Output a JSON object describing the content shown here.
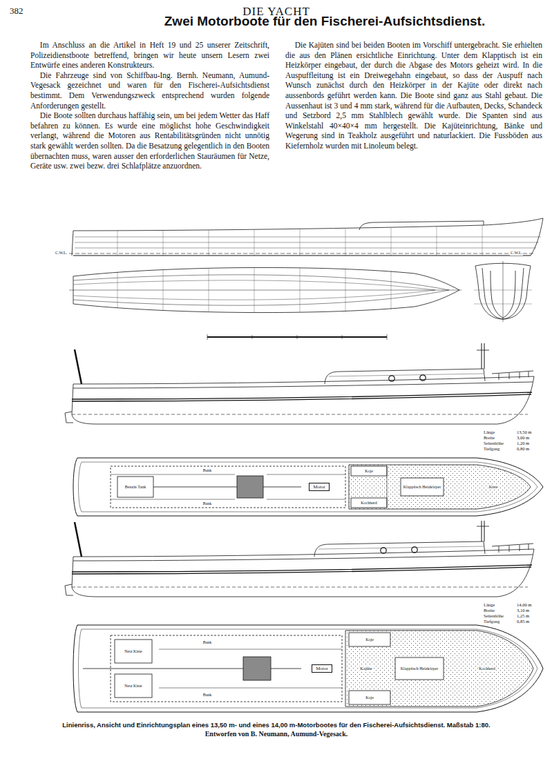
{
  "diagram": {
    "title": "Zwei Motorboote für den Fischerei-Aufsichtsdienst.",
    "caption": "Linienriss, Ansicht und Einrichtungsplan eines 13,50 m- und eines 14,00 m-Motorbootes für den Fischerei-Aufsichtsdienst. Maßstab 1:80.",
    "nodes": [
      {
        "text": [
          "Motor"
        ]
      },
      {
        "text": [
          "Motor"
        ]
      }
    ],
    "labels": [
      "382",
      "DIE YACHT",
      "Im Anschluss an die Artikel in Heft 19 und 25 unserer Zeitschrift, Polizeidienstboote betreffend, bringen wir heute unsern Lesern zwei Entwürfe eines anderen Konstrukteurs.",
      "Die Fahrzeuge sind von Schiffbau-Ing. Bernh. Neumann, Aumund-Vegesack gezeichnet und waren für den Fischerei-Aufsichtsdienst bestimmt. Dem Verwendungszweck entsprechend wurden folgende Anforderungen gestellt.",
      "Die Boote sollten durchaus haffähig sein, um bei jedem Wetter das Haff befahren zu können. Es wurde eine möglichst hohe Geschwindigkeit verlangt, während die Motoren aus Rentabilitätsgründen nicht unnötig stark gewählt werden sollten. Da die Besatzung gelegentlich in den Booten übernachten muss, waren ausser den erforderlichen Stauräumen für Netze, Geräte usw. zwei bezw. drei Schlafplätze anzuordnen.",
      "Die Kajüten sind bei beiden Booten im Vorschiff untergebracht. Sie erhielten die aus den Plänen ersichtliche Einrichtung. Unter dem Klapptisch ist ein Heizkörper eingebaut, der durch die Abgase des Motors geheizt wird. In die Auspuffleitung ist ein Dreiwegehahn eingebaut, so dass der Auspuff nach Wunsch zunächst durch den Heizkörper in der Kajüte oder direkt nach aussenbords geführt werden kann. Die Boote sind ganz aus Stahl gebaut. Die Aussenhaut ist 3 und 4 mm stark, während für die Aufbauten, Decks, Schandeck und Setzbord 2,5 mm Stahlblech gewählt wurde. Die Spanten sind aus Winkelstahl 40×40×4 mm hergestellt. Die Kajüteinrichtung, Bänke und Wegerung sind in Teakholz ausgeführt und naturlackiert. Die Fussböden aus Kiefernholz wurden mit Linoleum belegt.",
      "C.W.L.",
      "C.W.L.",
      "Benzin Tank",
      "Bank",
      "Bank",
      "Koje",
      "Klapptisch Heizkörper",
      "Kochherd",
      "Kiste",
      "Länge",
      "13,50 m",
      "Breite",
      "3,00 m",
      "Seitenhöhe",
      "1,20 m",
      "Tiefgang",
      "0,80 m",
      "Netz Kiste",
      "Netz Kiste",
      "Bank",
      "Bank",
      "Kajüte",
      "Klapptisch Heizkörper",
      "Koje",
      "Koje",
      "Kochherd",
      "Länge",
      "14,00 m",
      "Breite",
      "3,10 m",
      "Seitenhöhe",
      "1,25 m",
      "Tiefgang",
      "0,85 m",
      "Entworfen von B. Neumann, Aumund-Vegesack."
    ]
  }
}
